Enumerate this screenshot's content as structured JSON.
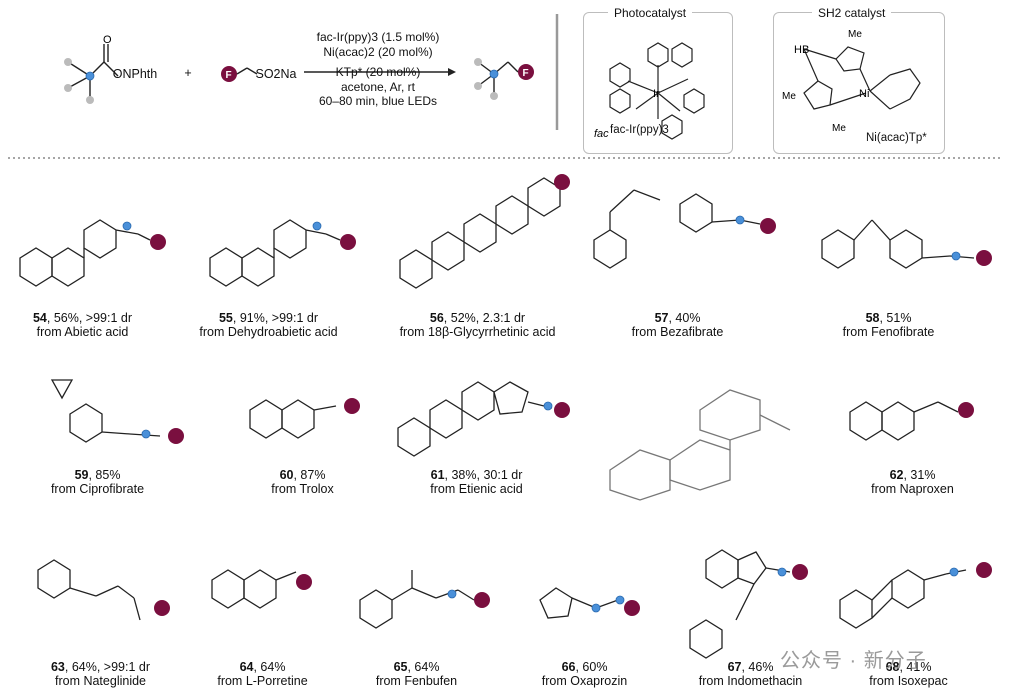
{
  "header": {
    "reagent_left": "ONPhth",
    "plus": "+",
    "reagent_right": "SO2Na",
    "conditions": [
      "fac-Ir(ppy)3 (1.5 mol%)",
      "Ni(acac)2 (20 mol%)",
      "KTp* (20 mol%)",
      "acetone, Ar, rt",
      "60–80 min, blue LEDs"
    ],
    "photocatalyst_title": "Photocatalyst",
    "photocatalyst_name": "fac-Ir(ppy)3",
    "sh2_title": "SH2 catalyst",
    "sh2_name": "Ni(acac)Tp*"
  },
  "compounds": [
    {
      "num": "54",
      "yield": ", 56%, >99:1 dr",
      "source": "from Abietic acid"
    },
    {
      "num": "55",
      "yield": ", 91%, >99:1 dr",
      "source": "from Dehydroabietic acid"
    },
    {
      "num": "56",
      "yield": ", 52%, 2.3:1 dr",
      "source": "from 18β-Glycyrrhetinic acid"
    },
    {
      "num": "57",
      "yield": ", 40%",
      "source": "from Bezafibrate"
    },
    {
      "num": "58",
      "yield": ", 51%",
      "source": "from Fenofibrate"
    },
    {
      "num": "59",
      "yield": ", 85%",
      "source": "from Ciprofibrate"
    },
    {
      "num": "60",
      "yield": ", 87%",
      "source": "from Trolox"
    },
    {
      "num": "61",
      "yield": ", 38%, 30:1 dr",
      "source": "from Etienic acid"
    },
    {
      "num": "62",
      "yield": ", 31%",
      "source": "from Naproxen"
    },
    {
      "num": "63",
      "yield": ", 64%, >99:1 dr",
      "source": "from Nateglinide"
    },
    {
      "num": "64",
      "yield": ", 64%",
      "source": "from L-Porretine"
    },
    {
      "num": "65",
      "yield": ", 64%",
      "source": "from Fenbufen"
    },
    {
      "num": "66",
      "yield": ", 60%",
      "source": "from Oxaprozin"
    },
    {
      "num": "67",
      "yield": ", 46%",
      "source": "from Indomethacin"
    },
    {
      "num": "68",
      "yield": ", 41%",
      "source": "from Isoxepac"
    }
  ],
  "watermark": "公众号 · 新分子",
  "colors": {
    "fluorine_badge": "#7a0f3f",
    "radical_dot": "#4a90d9",
    "divider": "#999999"
  }
}
